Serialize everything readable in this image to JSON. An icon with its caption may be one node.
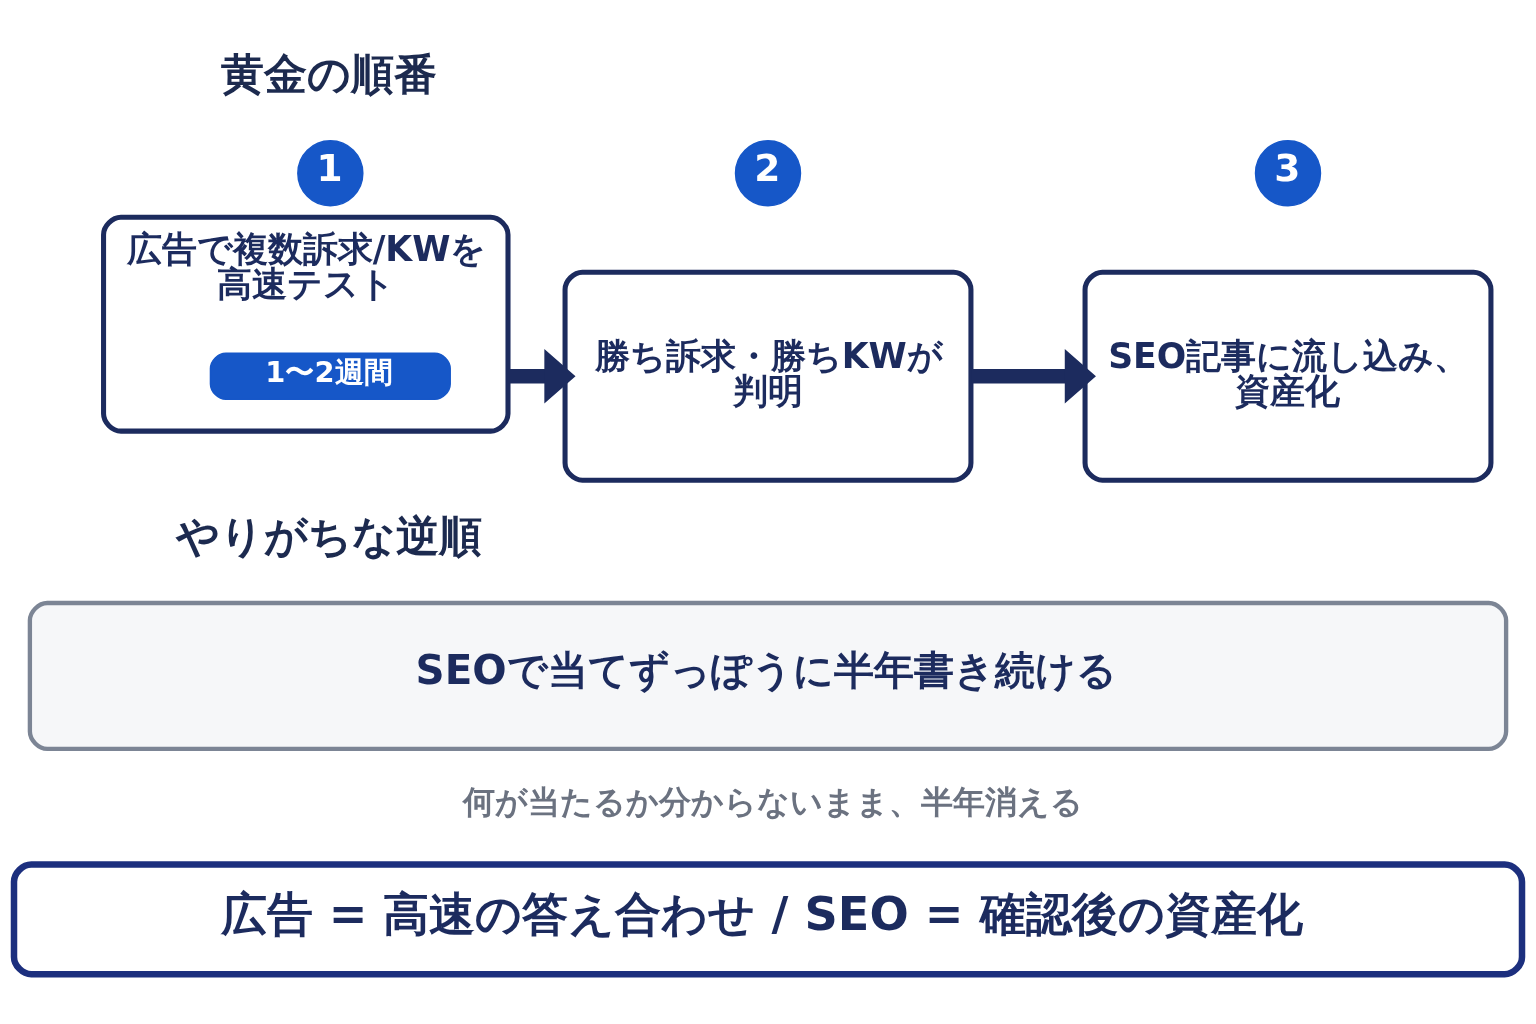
{
  "diagram": {
    "nodes": [
      {
        "text": [
          "1"
        ]
      },
      {
        "text": [
          "広告で複数訴求/KWを高速テスト"
        ]
      },
      {
        "text": [
          "1〜2週間"
        ],
        "in": 1
      },
      {
        "text": [
          "2"
        ]
      },
      {
        "text": [
          "勝ち訴求・勝ちKWが判明"
        ]
      },
      {
        "text": [
          "3"
        ]
      },
      {
        "text": [
          "SEO記事に流し込み、資産化"
        ]
      },
      {
        "text": [
          "SEOで当てずっぽうに半年書き続ける"
        ]
      },
      {
        "text": [
          "広告 = 高速の答え合わせ / SEO = 確認後の資産化"
        ]
      }
    ],
    "edges": [
      {
        "from": 1,
        "to": 4,
        "arrow": "to"
      },
      {
        "from": 4,
        "to": 6,
        "arrow": "to"
      }
    ],
    "labels": [
      "黄金の順番",
      "やりがちな逆順",
      "何が当たるか分からないまま、半年消える"
    ]
  }
}
